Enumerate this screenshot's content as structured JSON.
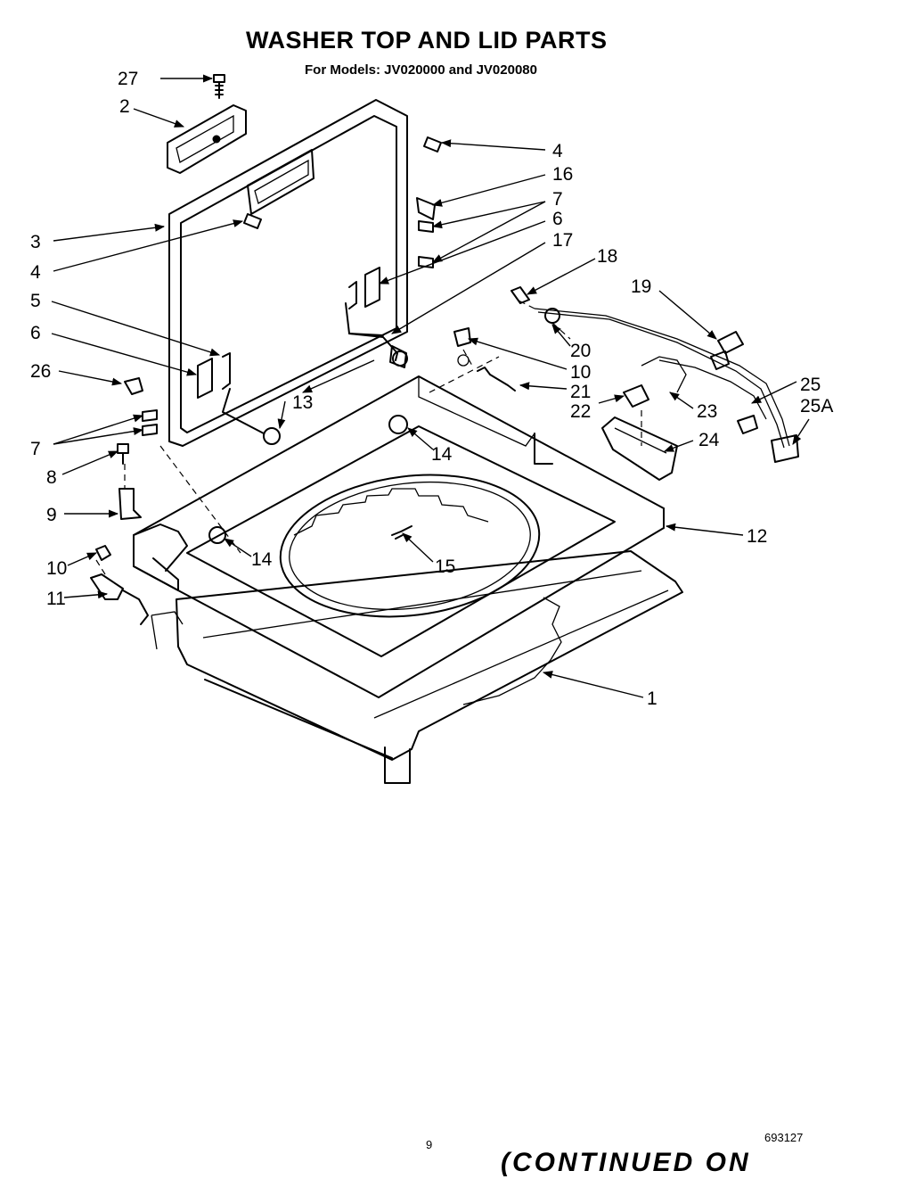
{
  "title": "WASHER TOP AND LID PARTS",
  "subtitle": "For Models: JV020000 and JV020080",
  "callouts": {
    "c27": "27",
    "c2": "2",
    "c4a": "4",
    "c16": "16",
    "c7a": "7",
    "c6a": "6",
    "c17": "17",
    "c3": "3",
    "c4b": "4",
    "c18": "18",
    "c19": "19",
    "c5": "5",
    "c6b": "6",
    "c20": "20",
    "c26": "26",
    "c10a": "10",
    "c21": "21",
    "c13": "13",
    "c25": "25",
    "c22": "22",
    "c23": "23",
    "c25a": "25A",
    "c7b": "7",
    "c14a": "14",
    "c24": "24",
    "c8": "8",
    "c9": "9",
    "c12": "12",
    "c10b": "10",
    "c14b": "14",
    "c15": "15",
    "c11": "11",
    "c1": "1"
  },
  "footer": {
    "page_number": "9",
    "drawing_number": "693127",
    "continued": "(CONTINUED ON"
  }
}
